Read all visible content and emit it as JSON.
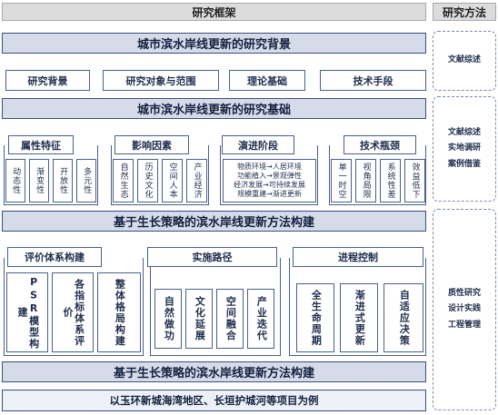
{
  "header": {
    "framework_title": "研究框架",
    "method_title": "研究方法"
  },
  "section1": {
    "title": "城市滨水岸线更新的研究背景",
    "items": [
      "研究背景",
      "研究对象与范围",
      "理论基础",
      "技术手段"
    ]
  },
  "section2": {
    "title": "城市滨水岸线更新的研究基础",
    "groups": [
      {
        "label": "属性特征",
        "children": [
          "动态性",
          "渐变性",
          "开放性",
          "多元性"
        ]
      },
      {
        "label": "影响因素",
        "children": [
          "自然生态",
          "历史文化",
          "空间人本",
          "产业经济"
        ]
      },
      {
        "label": "演进阶段",
        "children": [
          "物质环境→人居环境",
          "功能植入→景观弹性",
          "经济发展→可持续发展",
          "规模重建→渐进更新"
        ]
      },
      {
        "label": "技术瓶颈",
        "children": [
          "单一时空",
          "视角局限",
          "系统性差",
          "效益低下"
        ]
      }
    ]
  },
  "section3": {
    "title": "基于生长策略的滨水岸线更新方法构建",
    "groups": [
      {
        "label": "评价体系构建",
        "children": [
          "PSR模型构建",
          "各指标体系评价",
          "整体格局构建"
        ]
      },
      {
        "label": "实施路径",
        "children": [
          "自然做功",
          "文化延展",
          "空间融合",
          "产业迭代"
        ]
      },
      {
        "label": "进程控制",
        "children": [
          "全生命周期",
          "渐进式更新",
          "自适应决策"
        ]
      }
    ]
  },
  "section4": {
    "title": "基于生长策略的滨水岸线更新方法构建"
  },
  "section5": {
    "title": "以玉环新城海湾地区、长垣护城河等项目为例"
  },
  "methods": [
    {
      "lines": [
        "文献综述"
      ]
    },
    {
      "lines": [
        "文献综述",
        "实地调研",
        "案例借鉴"
      ]
    },
    {
      "lines": [
        "质性研究",
        "设计实践",
        "工程管理"
      ]
    }
  ]
}
